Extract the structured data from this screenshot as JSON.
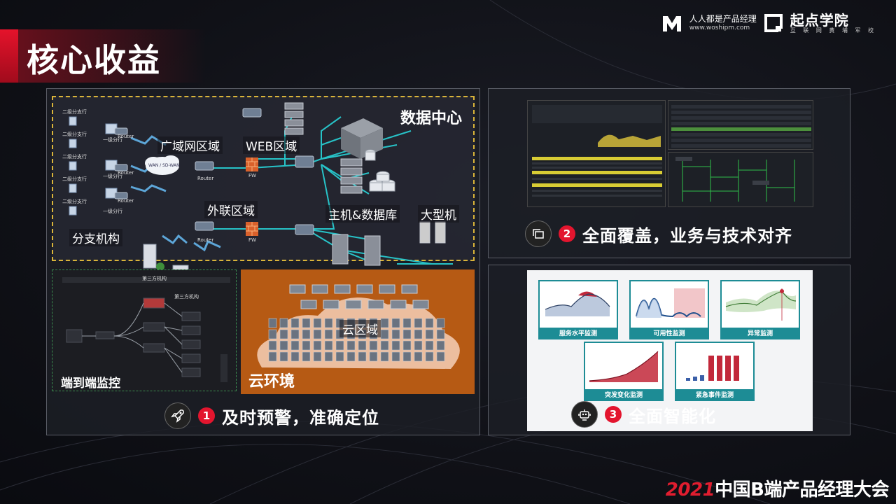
{
  "slide": {
    "title": "核心收益",
    "footer_year": "2021",
    "footer_text": "中国B端产品经理大会"
  },
  "brand": {
    "woshipm_name": "人人都是产品经理",
    "woshipm_url": "www.woshipm.com",
    "qidian_name": "起点学院",
    "qidian_sub": "互 联 网 黄 埔 军 校"
  },
  "panel1": {
    "data_center": "数据中心",
    "wan": "广域网区域",
    "web": "WEB区域",
    "extranet": "外联区域",
    "host_db": "主机&数据库",
    "mainframe": "大型机",
    "branch": "分支机构",
    "e2e": "端到端监控",
    "cloud_env": "云环境",
    "cloud_zone": "云区域",
    "third_party": "第三方机构",
    "router": "Router",
    "fw": "FW",
    "wan_cloud": "WAN / SD-WAN",
    "branch_l2": "二级分支行",
    "branch_l1": "一级分行",
    "caption_num": "1",
    "caption": "及时预警，准确定位",
    "icon": "rocket-icon"
  },
  "panel2": {
    "caption_num": "2",
    "caption": "全面覆盖，业务与技术对齐",
    "icon": "window-icon"
  },
  "panel3": {
    "charts": [
      "服务水平监测",
      "可用性监测",
      "异常监测",
      "突发变化监测",
      "紧急事件监测"
    ],
    "caption_num": "3",
    "caption": "全面智能化",
    "icon": "robot-icon"
  },
  "colors": {
    "accent_red": "#e3152e",
    "dash_border": "#d9b43a",
    "cloud_orange": "#b65a14",
    "teal": "#1d8c95"
  }
}
